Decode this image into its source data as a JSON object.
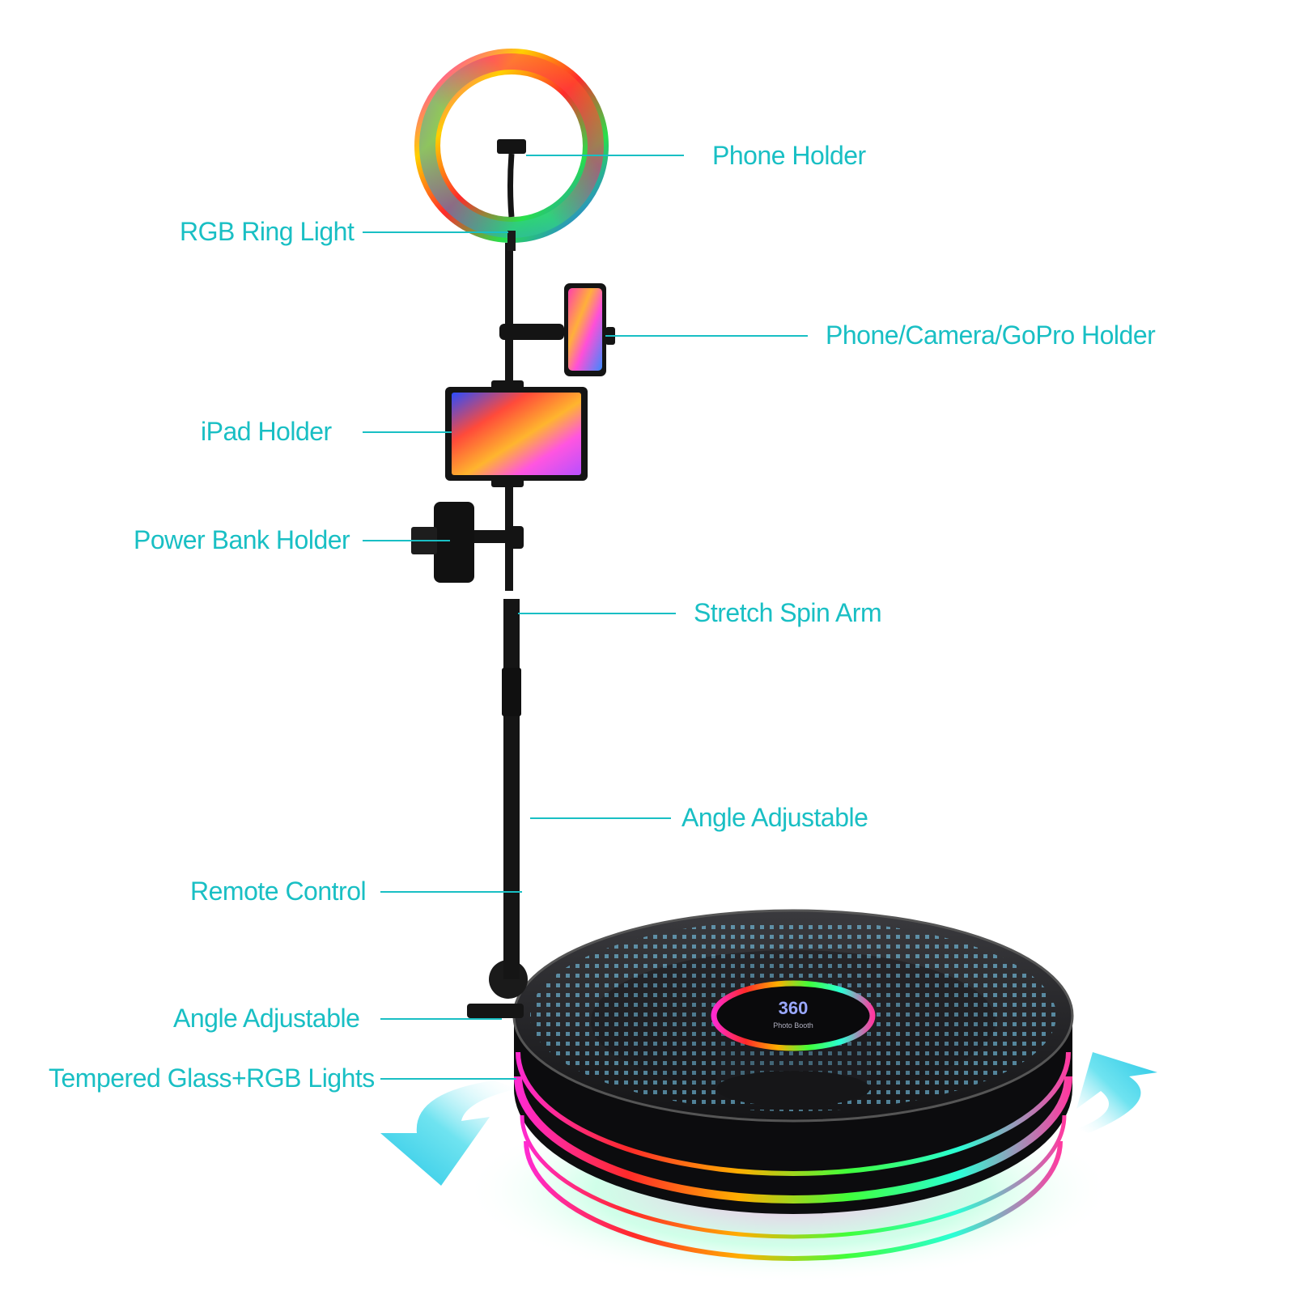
{
  "colors": {
    "label": "#19bfc4",
    "leader": "#19bfc4",
    "pole": "#111111",
    "arrow": "#3fd3e8"
  },
  "labels": {
    "phone_holder": "Phone Holder",
    "rgb_ring_light": "RGB Ring Light",
    "phone_camera_gopro_holder": "Phone/Camera/GoPro Holder",
    "ipad_holder": "iPad Holder",
    "power_bank_holder": "Power Bank Holder",
    "stretch_spin_arm": "Stretch Spin Arm",
    "angle_adjustable_upper": "Angle Adjustable",
    "remote_control": "Remote Control",
    "angle_adjustable_lower": "Angle Adjustable",
    "tempered_glass_rgb_lights": "Tempered Glass+RGB Lights"
  },
  "platform_badge": {
    "logo": "360",
    "text": "Photo Booth"
  },
  "icons": [
    "ring-light-icon",
    "phone-clamp-icon",
    "tablet-icon",
    "power-bank-icon",
    "rotation-arrow-icon"
  ]
}
